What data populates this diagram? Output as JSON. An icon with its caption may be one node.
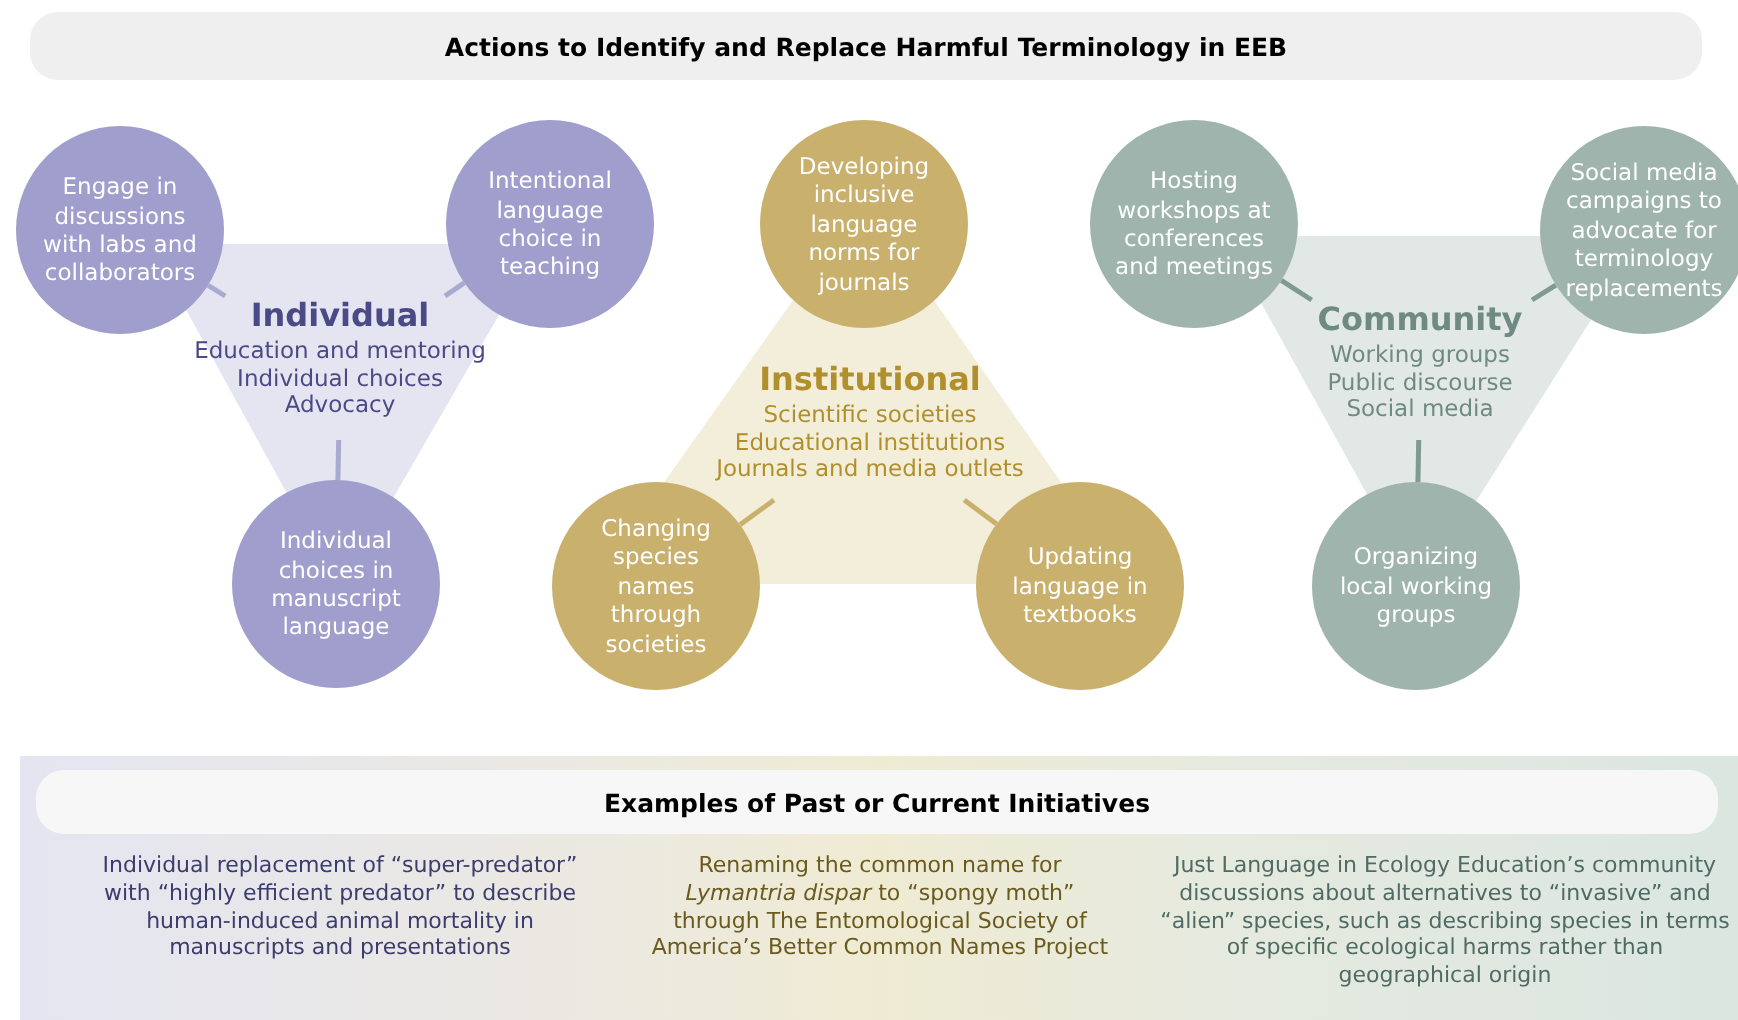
{
  "diagram": {
    "title": "Actions to Identify and Replace Harmful Terminology in EEB",
    "nodes": [
      {
        "text": [
          "Individual",
          "Education and mentoring",
          "Individual choices",
          "Advocacy"
        ]
      },
      {
        "text": [
          "Engage in discussions with labs and collaborators"
        ]
      },
      {
        "text": [
          "Intentional language choice in teaching"
        ]
      },
      {
        "text": [
          "Individual choices in manuscript language"
        ]
      },
      {
        "text": [
          "Institutional",
          "Scientific societies",
          "Educational institutions",
          "Journals and media outlets"
        ]
      },
      {
        "text": [
          "Developing inclusive language norms for journals"
        ]
      },
      {
        "text": [
          "Changing species names through societies"
        ]
      },
      {
        "text": [
          "Updating language in textbooks"
        ]
      },
      {
        "text": [
          "Community",
          "Working groups",
          "Public discourse",
          "Social media"
        ]
      },
      {
        "text": [
          "Hosting workshops at conferences and meetings"
        ]
      },
      {
        "text": [
          "Social media campaigns to advocate for terminology replacements"
        ]
      },
      {
        "text": [
          "Organizing local working groups"
        ]
      },
      {
        "text": [
          "Examples of Past or Current Initiatives"
        ]
      },
      {
        "text": [
          "Individual replacement of “super-predator” with “highly efficient predator” to describe human-induced animal mortality in manuscripts and presentations"
        ],
        "in": 12
      },
      {
        "text": [
          "Renaming the common name for *Lymantria dispar* to “spongy moth” through The Entomological Society of America’s Better Common Names Project"
        ],
        "in": 12
      },
      {
        "text": [
          "Just Language in Ecology Education’s community discussions about alternatives to “invasive” and “alien” species, such as describing species in terms of specific ecological harms rather than geographical origin"
        ],
        "in": 12
      }
    ],
    "edges": [
      {
        "from": 0,
        "to": 1,
        "arrow": "none",
        "color": "#a9aad0"
      },
      {
        "from": 0,
        "to": 2,
        "arrow": "none",
        "color": "#a9aad0"
      },
      {
        "from": 0,
        "to": 3,
        "arrow": "none",
        "color": "#a9aad0"
      },
      {
        "from": 4,
        "to": 6,
        "arrow": "none",
        "color": "#c9b06d"
      },
      {
        "from": 4,
        "to": 7,
        "arrow": "none",
        "color": "#c9b06d"
      },
      {
        "from": 8,
        "to": 9,
        "arrow": "none",
        "color": "#7f9a92"
      },
      {
        "from": 8,
        "to": 10,
        "arrow": "none",
        "color": "#7f9a92"
      },
      {
        "from": 8,
        "to": 11,
        "arrow": "none",
        "color": "#7f9a92"
      }
    ]
  }
}
